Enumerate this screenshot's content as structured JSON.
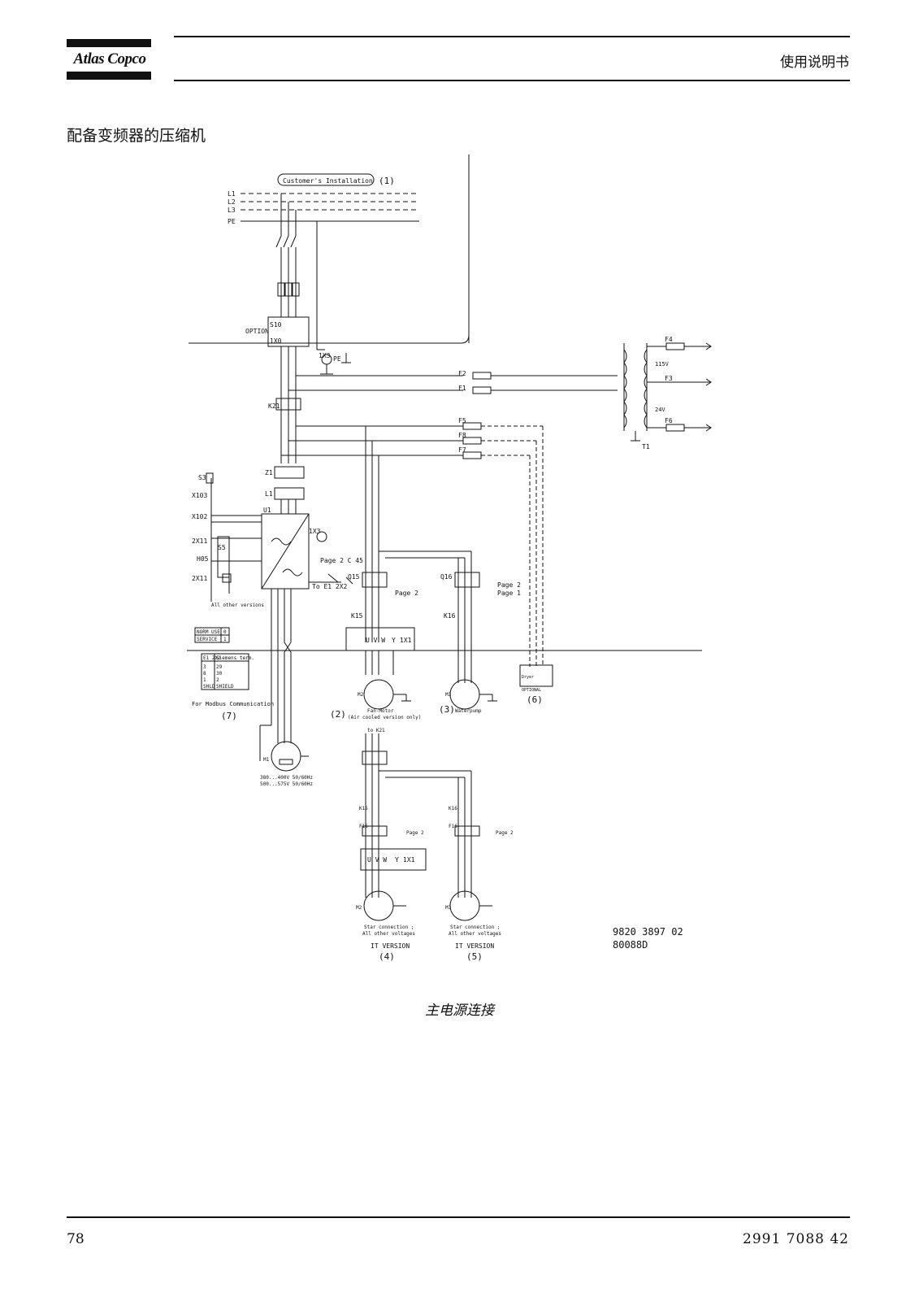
{
  "header": {
    "logo_text": "Atlas Copco",
    "doc_type": "使用说明书"
  },
  "page_title": "配备变频器的压缩机",
  "figure": {
    "caption": "主电源连接",
    "drawing_number": "9820 3897 02",
    "drawing_code": "80088D",
    "customer_installation": "Customer's Installation",
    "lines": [
      "L1",
      "L2",
      "L3",
      "PE"
    ],
    "labels": {
      "option": "OPTION",
      "s10": "S10",
      "x0": "1X0",
      "x3": "1X3",
      "pe": "PE",
      "k21": "K21",
      "z1": "Z1",
      "l1": "L1",
      "u1": "U1",
      "s3": "S3",
      "x102": "X102",
      "x103": "X103",
      "x11": "2X11",
      "s5": "S5",
      "h05": "H05",
      "t1": "T1",
      "q15": "Q15",
      "q16": "Q16",
      "k15": "K15",
      "k16": "K16",
      "f15": "F15",
      "f16": "F16",
      "m2": "M2",
      "m3": "M3",
      "m1": "M1",
      "uvw": "U V W",
      "y": "Y",
      "x1": "1X1",
      "page2": "Page 2",
      "page1": "Page 1",
      "page2_c45": "Page 2  C 45",
      "to_e1": "To E1  2X2",
      "to_k21": "to K21",
      "all_other_versions": "All other versions",
      "v115": "115V",
      "v24": "24V",
      "dryer": "Dryer",
      "optional": "OPTIONAL"
    },
    "fuses": [
      "F1",
      "F2",
      "F3",
      "F4",
      "F5",
      "F6",
      "F7",
      "F8"
    ],
    "mode_table": [
      {
        "name": "NORM USE",
        "value": "0"
      },
      {
        "name": "SERVICE",
        "value": "1"
      }
    ],
    "modbus_table": {
      "headers": [
        "E1 2X2",
        "Siemens term."
      ],
      "rows": [
        [
          "3",
          "29"
        ],
        [
          "8",
          "30"
        ],
        [
          "1",
          "2"
        ],
        [
          "SHLD",
          "SHIELD"
        ]
      ]
    },
    "modbus_note": "For Modbus Communication",
    "fan_motor": "Fan-Motor",
    "fan_motor_note": "(Air cooled version only)",
    "waterpump": "Waterpump",
    "motor_rating_1": "380...400V 50/60Hz",
    "motor_rating_2": "500...575V 50/60Hz",
    "star_connection": "Star connection ;",
    "all_other_voltages": "All other voltages",
    "it_version": "IT VERSION",
    "callouts": [
      "(1)",
      "(2)",
      "(3)",
      "(4)",
      "(5)",
      "(6)",
      "(7)"
    ]
  },
  "footer": {
    "page_number": "78",
    "document_number": "2991  7088  42"
  }
}
